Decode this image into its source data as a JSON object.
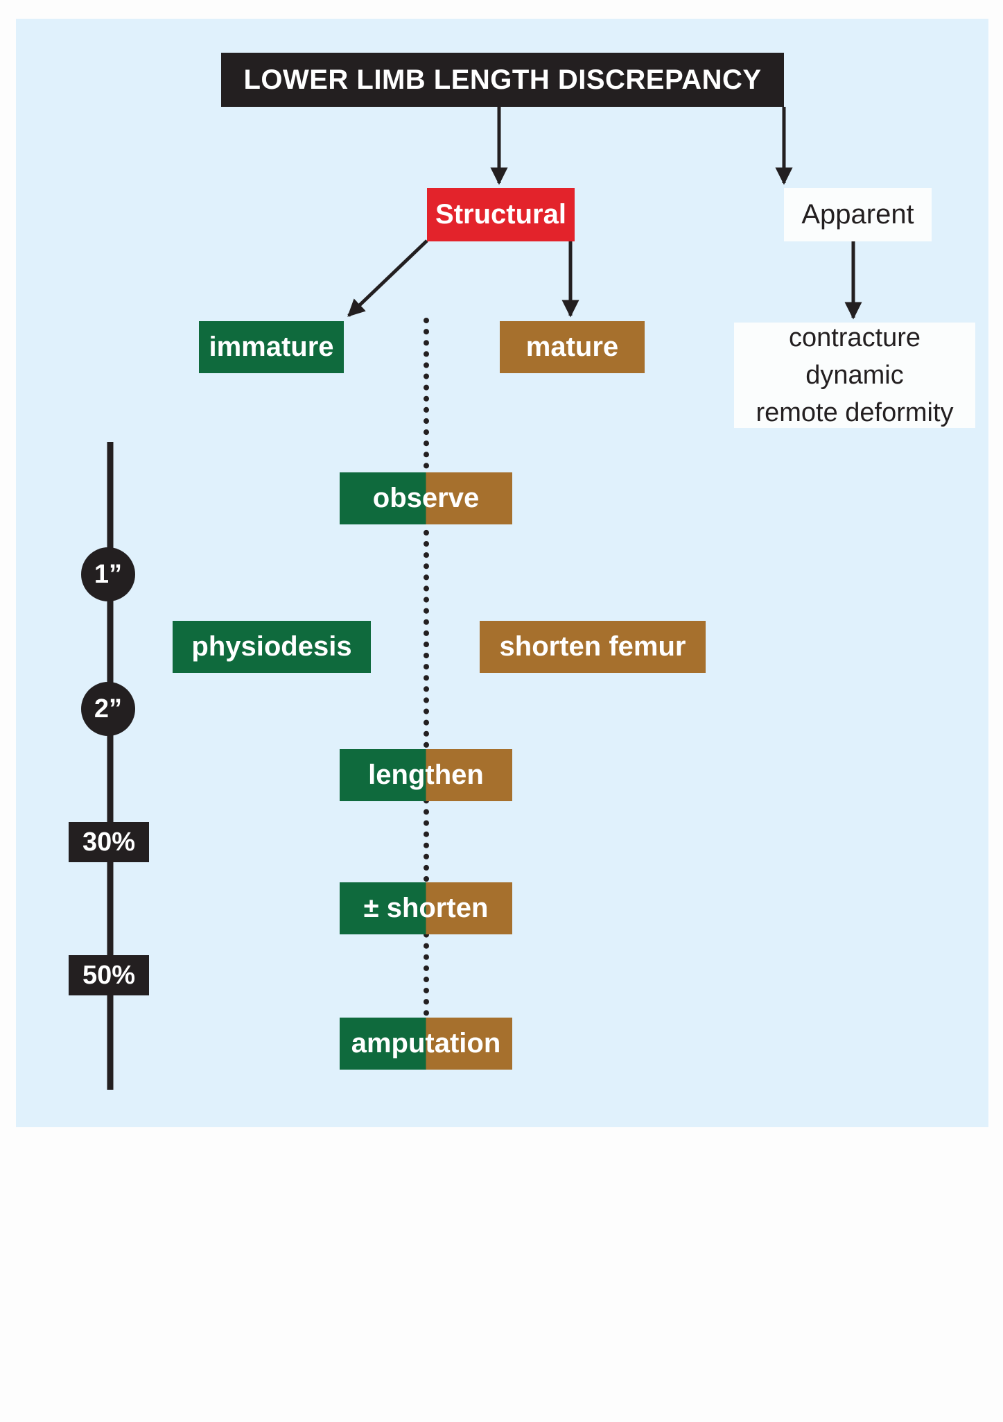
{
  "title": "LOWER LIMB LENGTH DISCREPANCY",
  "branches": {
    "structural": "Structural",
    "apparent": "Apparent"
  },
  "structural_children": {
    "immature": "immature",
    "mature": "mature"
  },
  "apparent_causes": [
    "contracture",
    "dynamic",
    "remote deformity"
  ],
  "treatments": {
    "observe": "observe",
    "physiodesis": "physiodesis",
    "shorten_femur": "shorten femur",
    "lengthen": "lengthen",
    "plus_minus_shorten": "± shorten",
    "amputation": "amputation"
  },
  "scale": {
    "marker_1": "1”",
    "marker_2": "2”",
    "marker_3": "30%",
    "marker_4": "50%"
  },
  "colors": {
    "background_panel": "#e0f1fc",
    "title_box": "#231f20",
    "structural": "#e3232b",
    "immature_green": "#0f6a3d",
    "mature_brown": "#a6702d",
    "apparent_box": "#fbfdfd"
  }
}
